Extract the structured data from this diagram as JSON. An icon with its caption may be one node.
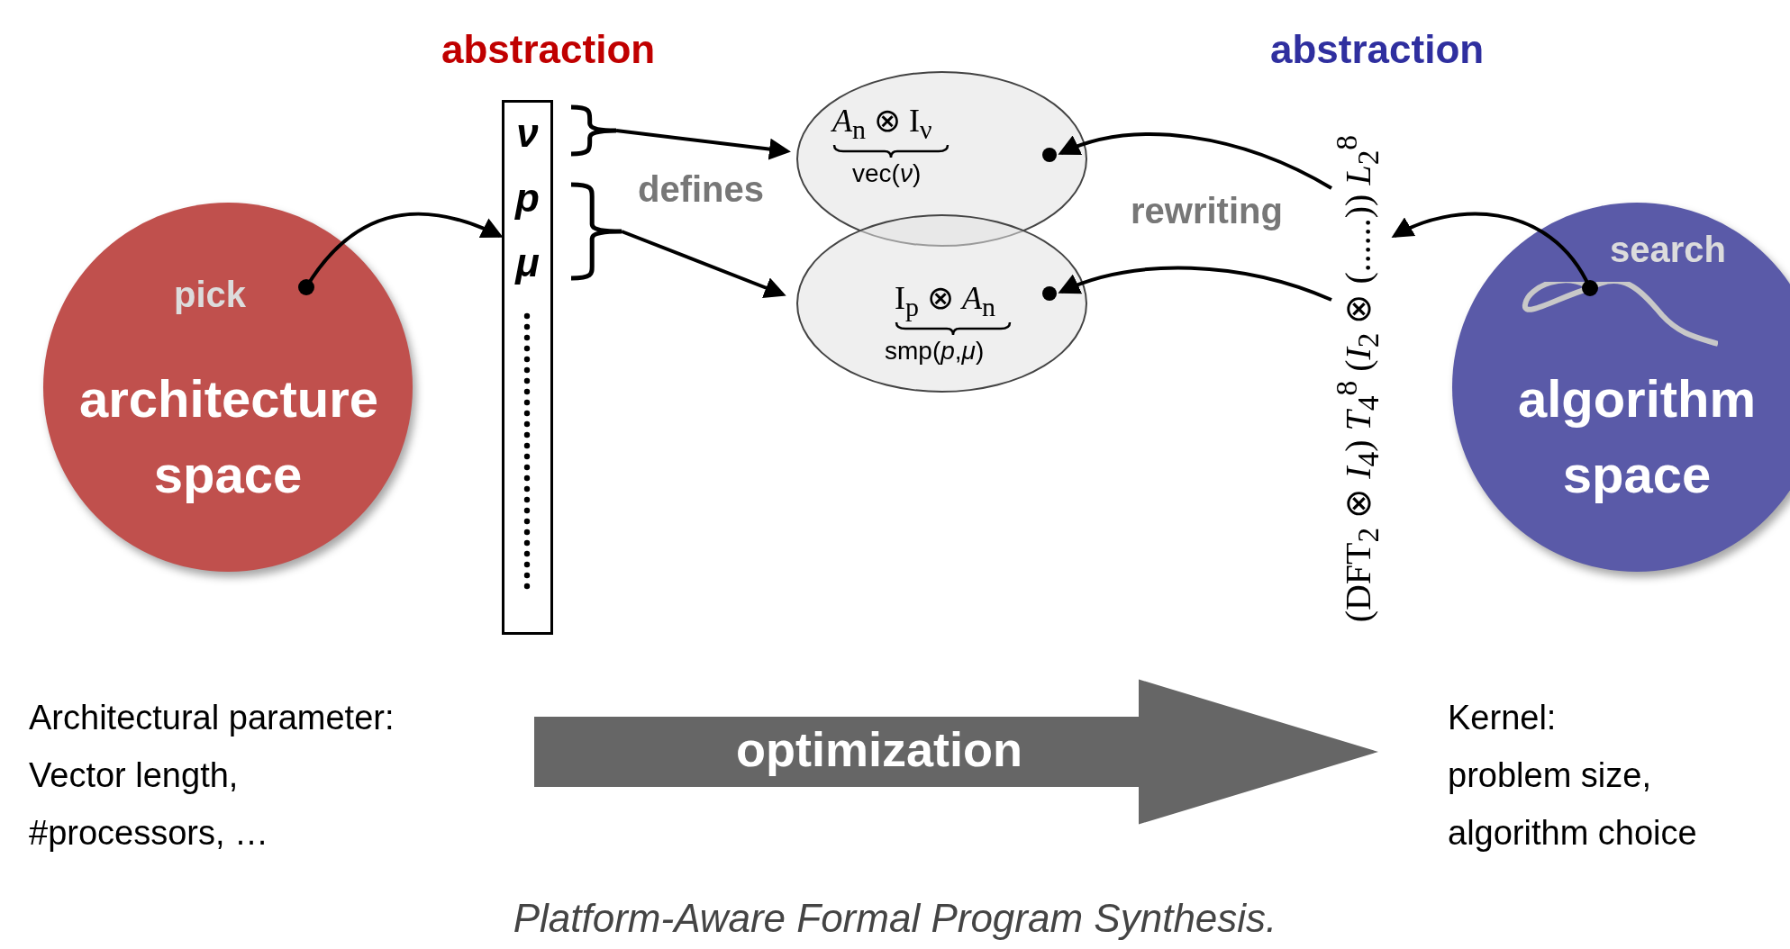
{
  "diagram": {
    "caption": "Platform-Aware Formal Program Synthesis.",
    "nodes": [
      {
        "text": [
          "pick",
          "architecture space"
        ]
      },
      {
        "text": [
          "ν",
          "p",
          "μ"
        ]
      },
      {
        "text": [],
        "shape": "brace"
      },
      {
        "text": [],
        "shape": "brace"
      },
      {
        "text": [
          "*A*$_{n}$ ⊗ I$_{ν}$",
          "vec(*ν*)"
        ]
      },
      {
        "text": [
          "I$_{p}$ ⊗ *A*$_{n}$",
          "smp(*p*,*μ*)"
        ]
      },
      {
        "text": [
          "(DFT$_{2}$ ⊗ *I*$_{4}$) *T*$_{4}$$^{8}$ (*I*$_{2}$ ⊗ (......)) *L*$_{2}$$^{8}$"
        ]
      },
      {
        "text": [
          "search",
          "algorithm space"
        ]
      },
      {
        "text": [
          "Architectural parameter: Vector length, #processors, …"
        ]
      },
      {
        "text": [
          "Kernel: problem size, algorithm choice"
        ]
      }
    ],
    "edges": [
      {
        "from": 0,
        "to": 1,
        "arrow": "to"
      },
      {
        "from": 2,
        "to": 4,
        "arrow": "to"
      },
      {
        "from": 3,
        "to": 5,
        "arrow": "to"
      },
      {
        "from": 6,
        "to": 4,
        "arrow": "to"
      },
      {
        "from": 6,
        "to": 5,
        "arrow": "to"
      },
      {
        "from": 7,
        "to": 6,
        "arrow": "to"
      },
      {
        "from": 8,
        "to": 9,
        "arrow": "to",
        "label": "optimization",
        "style": "thick",
        "color": "#666666"
      }
    ],
    "labels": [
      "abstraction",
      "abstraction",
      "defines",
      "rewriting"
    ]
  }
}
